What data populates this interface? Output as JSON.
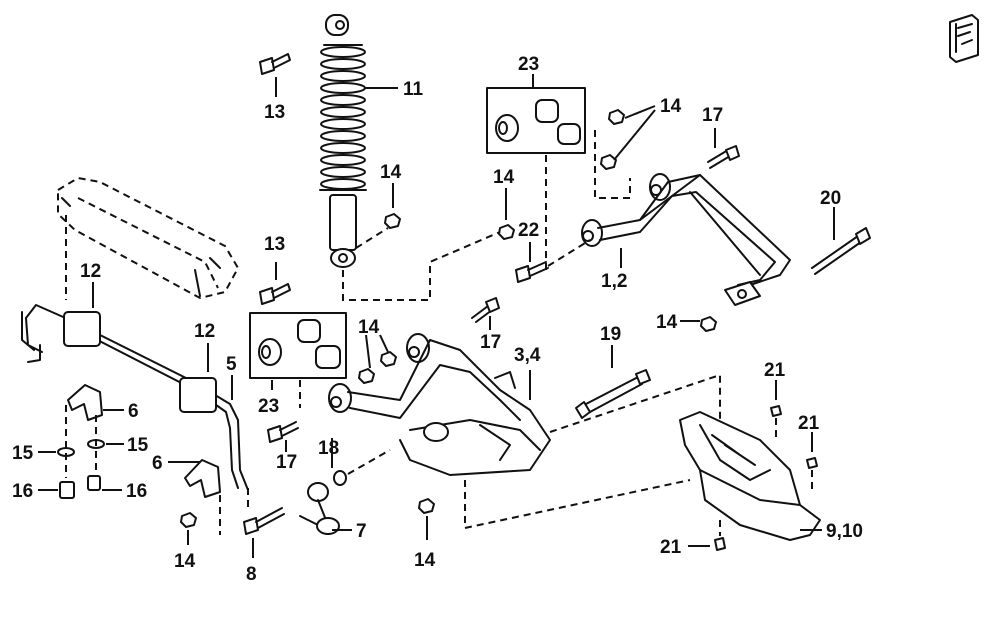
{
  "callouts": {
    "c11": "11",
    "c13a": "13",
    "c13b": "13",
    "c23a": "23",
    "c23b": "23",
    "c14_1": "14",
    "c14_2": "14",
    "c14_3": "14",
    "c14_4": "14",
    "c14_5": "14",
    "c14_6": "14",
    "c17a": "17",
    "c17b": "17",
    "c17c": "17",
    "c20": "20",
    "c22": "22",
    "c12a": "12",
    "c12b": "12",
    "c1_2": "1,2",
    "c3_4": "3,4",
    "c19": "19",
    "c5": "5",
    "c6a": "6",
    "c6b": "6",
    "c15a": "15",
    "c15b": "15",
    "c16a": "16",
    "c16b": "16",
    "c18": "18",
    "c7": "7",
    "c8": "8",
    "c21a": "21",
    "c21b": "21",
    "c21c": "21",
    "c9_10": "9,10"
  },
  "logo": {
    "icon": "manufacturer-logo-icon"
  }
}
